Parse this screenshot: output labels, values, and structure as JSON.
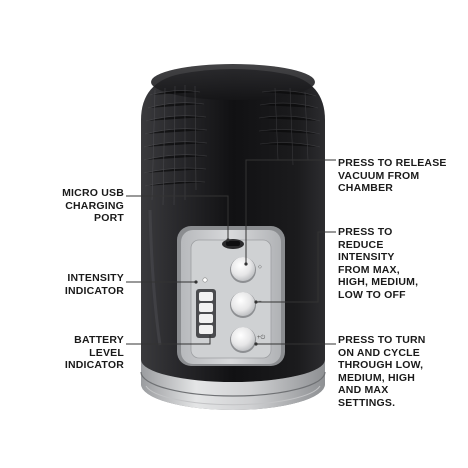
{
  "callouts": {
    "micro_usb": [
      "MICRO USB",
      "CHARGING",
      "PORT"
    ],
    "release": [
      "PRESS TO RELEASE",
      "VACUUM FROM",
      "CHAMBER"
    ],
    "intensity": [
      "INTENSITY",
      "INDICATOR"
    ],
    "reduce": [
      "PRESS TO",
      "REDUCE",
      "INTENSITY",
      "FROM MAX,",
      "HIGH, MEDIUM,",
      "LOW TO OFF"
    ],
    "battery": [
      "BATTERY",
      "LEVEL",
      "INDICATOR"
    ],
    "turn_on": [
      "PRESS TO TURN",
      "ON AND CYCLE",
      "THROUGH LOW,",
      "MEDIUM, HIGH",
      "AND MAX",
      "SETTINGS."
    ]
  },
  "colors": {
    "body": "#1c1c1e",
    "panel": "#c9cbce",
    "button": "#e8e8e8",
    "leader": "#333333",
    "text": "#1a1a1a"
  },
  "icons": {
    "release_button": "release-icon",
    "minus_button": "minus-icon",
    "plus_button": "plus-power-icon"
  }
}
